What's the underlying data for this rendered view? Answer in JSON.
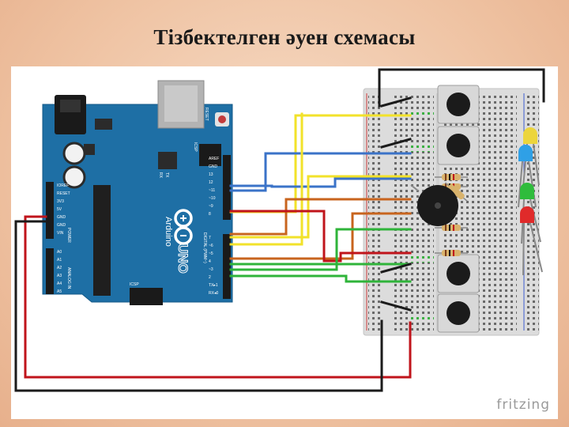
{
  "slide": {
    "title": "Тізбектелген әуен схемасы"
  },
  "arduino": {
    "brand": "Arduino",
    "model": "UNO",
    "reset_label": "RESET",
    "icsp_label": "ICSP",
    "icsp2_label": "ICSP",
    "tx_label": "TX",
    "rx_label": "RX",
    "power_header_labels": [
      "IOREF",
      "RESET",
      "3V3",
      "5V",
      "GND",
      "GND",
      "VIN"
    ],
    "power_caption": "POWER",
    "analog_labels": [
      "A0",
      "A1",
      "A2",
      "A3",
      "A4",
      "A5"
    ],
    "analog_caption": "ANALOG IN",
    "digital_top_labels": [
      "AREF",
      "GND",
      "13",
      "12",
      "~11",
      "~10",
      "~9",
      "8"
    ],
    "digital_bottom_labels": [
      "7",
      "~6",
      "~5",
      "4",
      "~3",
      "2",
      "TX▸1",
      "RX◂0"
    ],
    "digital_caption": "DIGITAL (PWM~)"
  },
  "components": {
    "buttons": 4,
    "leds": [
      "yellow",
      "blue",
      "green",
      "red"
    ],
    "resistors": 5,
    "buzzer": 1
  },
  "colors": {
    "wire_red": "#c0141b",
    "wire_black": "#1b1b1b",
    "wire_yellow": "#f2e22a",
    "wire_blue": "#3b73c8",
    "wire_orange": "#c8641e",
    "wire_green": "#2fb43a",
    "board": "#1e6fa5",
    "breadboard": "#dcdcdc"
  },
  "watermark": "fritzing"
}
